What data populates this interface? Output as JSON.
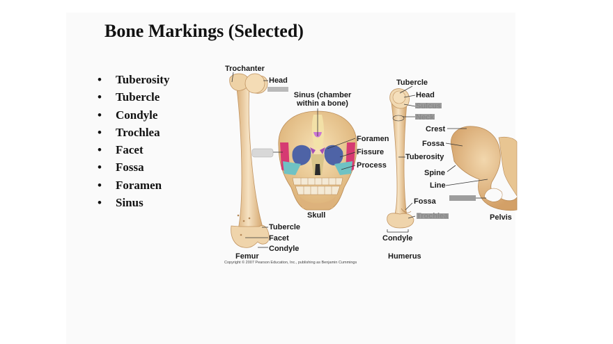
{
  "title": "Bone Markings (Selected)",
  "bullet": "•",
  "terms": [
    "Tuberosity",
    "Tubercle",
    "Condyle",
    "Trochlea",
    "Facet",
    "Fossa",
    "Foramen",
    "Sinus"
  ],
  "femur": {
    "name": "Femur",
    "labels": [
      "Trochanter",
      "Head",
      "Tubercle",
      "Facet",
      "Condyle"
    ]
  },
  "skull": {
    "name": "Skull",
    "sinus_label": "Sinus (chamber within a bone)",
    "labels": [
      "Foramen",
      "Fissure",
      "Process"
    ]
  },
  "humerus": {
    "name": "Humerus",
    "labels": [
      "Tubercle",
      "Head",
      "Sulcus",
      "Neck",
      "Tuberosity",
      "Fossa",
      "Trochlea",
      "Condyle"
    ]
  },
  "pelvis": {
    "name": "Pelvis",
    "labels": [
      "Crest",
      "Fossa",
      "Spine",
      "Line"
    ]
  },
  "copyright": "Copyright © 2007 Pearson Education, Inc., publishing as Benjamin Cummings",
  "colors": {
    "bone": "#eccb9c",
    "bone_dark": "#c79a63",
    "bone_light": "#f6e2c2",
    "leader": "#333333"
  }
}
